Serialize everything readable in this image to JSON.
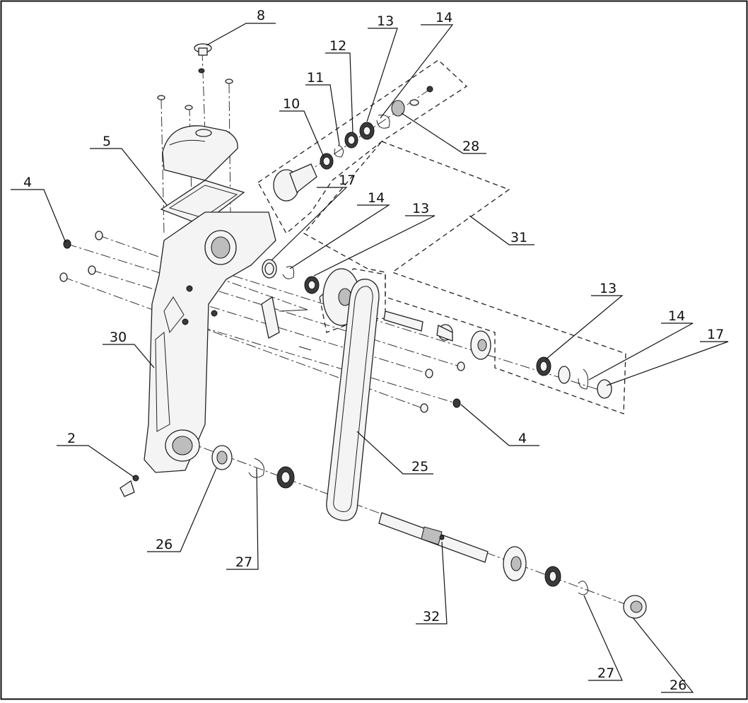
{
  "diagram": {
    "callouts": [
      {
        "id": "c8",
        "label": "8"
      },
      {
        "id": "c5",
        "label": "5"
      },
      {
        "id": "c4a",
        "label": "4"
      },
      {
        "id": "c30",
        "label": "30"
      },
      {
        "id": "c2",
        "label": "2"
      },
      {
        "id": "c10",
        "label": "10"
      },
      {
        "id": "c11",
        "label": "11"
      },
      {
        "id": "c12",
        "label": "12"
      },
      {
        "id": "c13a",
        "label": "13"
      },
      {
        "id": "c14a",
        "label": "14"
      },
      {
        "id": "c28",
        "label": "28"
      },
      {
        "id": "c17a",
        "label": "17"
      },
      {
        "id": "c14b",
        "label": "14"
      },
      {
        "id": "c13b",
        "label": "13"
      },
      {
        "id": "c31",
        "label": "31"
      },
      {
        "id": "c13c",
        "label": "13"
      },
      {
        "id": "c14c",
        "label": "14"
      },
      {
        "id": "c17b",
        "label": "17"
      },
      {
        "id": "c4b",
        "label": "4"
      },
      {
        "id": "c25",
        "label": "25"
      },
      {
        "id": "c26a",
        "label": "26"
      },
      {
        "id": "c27a",
        "label": "27"
      },
      {
        "id": "c32",
        "label": "32"
      },
      {
        "id": "c27b",
        "label": "27"
      },
      {
        "id": "c26b",
        "label": "26"
      }
    ]
  }
}
